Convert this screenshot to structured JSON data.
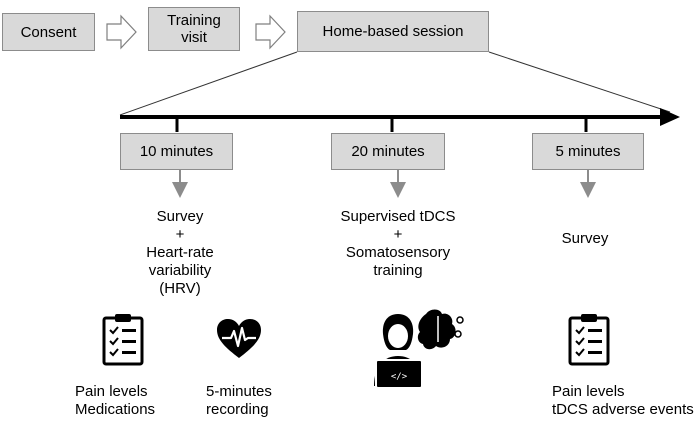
{
  "flow": {
    "consent": "Consent",
    "training_visit": [
      "Training",
      "visit"
    ],
    "home_session": "Home-based session"
  },
  "phases": [
    {
      "duration": "10 minutes",
      "activity": [
        "Survey",
        "+",
        "Heart-rate",
        "variability",
        "(HRV)"
      ],
      "icon_items": [
        {
          "icon": "clipboard-checklist-icon",
          "caption": [
            "Pain levels",
            "Medications"
          ]
        },
        {
          "icon": "heart-rate-icon",
          "caption": [
            "5-minutes",
            "recording"
          ]
        }
      ]
    },
    {
      "duration": "20 minutes",
      "activity": [
        "Supervised tDCS",
        "+",
        "Somatosensory",
        "training"
      ],
      "icon_items": [
        {
          "icon": "person-laptop-brain-icon",
          "caption": []
        }
      ]
    },
    {
      "duration": "5 minutes",
      "activity": [
        "Survey"
      ],
      "icon_items": [
        {
          "icon": "clipboard-checklist-icon",
          "caption": [
            "Pain levels",
            "tDCS adverse events"
          ]
        }
      ]
    }
  ],
  "colors": {
    "box_fill": "#d9d9d9",
    "box_border": "#8c8c8c",
    "timeline": "#000000",
    "connector_arrow": "#8c8c8c"
  }
}
